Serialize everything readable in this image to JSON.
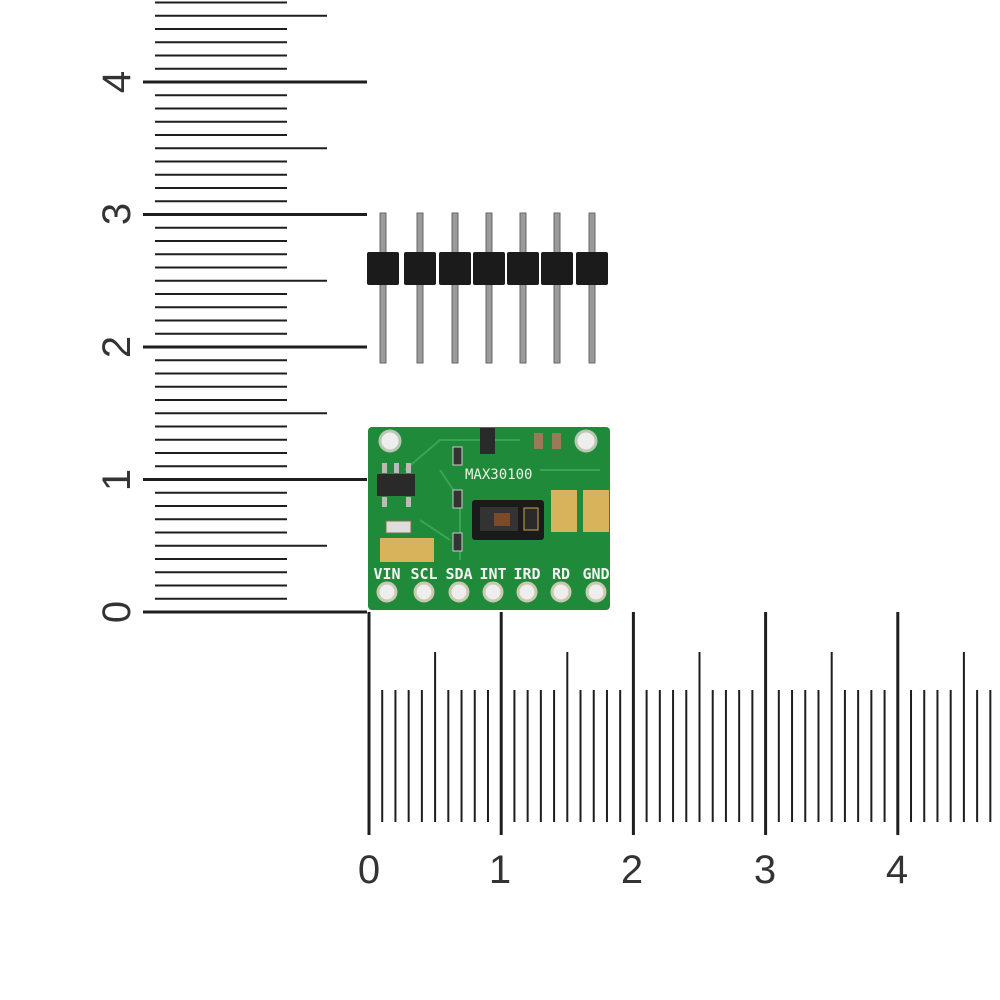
{
  "vertical_ruler": {
    "labels": [
      "0",
      "1",
      "2",
      "3",
      "4"
    ]
  },
  "horizontal_ruler": {
    "labels": [
      "0",
      "1",
      "2",
      "3",
      "4"
    ]
  },
  "board": {
    "chip_label": "MAX30100",
    "pin_labels": [
      "VIN",
      "SCL",
      "SDA",
      "INT",
      "IRD",
      "RD",
      "GND"
    ],
    "color": "#1f8a3a"
  },
  "header": {
    "pin_count": 7
  }
}
